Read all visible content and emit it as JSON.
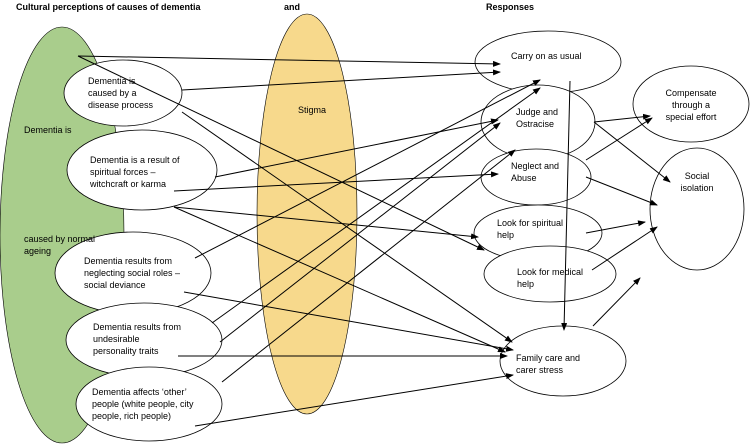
{
  "headers": {
    "left": "Cultural perceptions of causes of dementia",
    "middle": "and",
    "right": "Responses"
  },
  "green_group": {
    "color": "#a9cd8c",
    "top_text": "Dementia is",
    "bottom_text": "caused by normal\nageing"
  },
  "stigma": {
    "label": "Stigma",
    "color": "#f7d98c"
  },
  "causes": [
    {
      "id": "disease",
      "text": "Dementia is\ncaused by a\ndisease process"
    },
    {
      "id": "spiritual",
      "text": "Dementia is a result of\nspiritual forces –\nwitchcraft or karma"
    },
    {
      "id": "social",
      "text": "Dementia results from\nneglecting social roles –\nsocial deviance"
    },
    {
      "id": "personality",
      "text": "Dementia results from\nundesirable\npersonality traits"
    },
    {
      "id": "other",
      "text": "Dementia affects ‘other’\npeople (white people, city\npeople, rich people)"
    }
  ],
  "responses": [
    {
      "id": "carry_on",
      "text": "Carry on as usual"
    },
    {
      "id": "judge",
      "text": "Judge and\nOstracise"
    },
    {
      "id": "neglect",
      "text": "Neglect and\nAbuse"
    },
    {
      "id": "spiritual_help",
      "text": "Look for spiritual\nhelp"
    },
    {
      "id": "medical_help",
      "text": "Look for medical\nhelp"
    },
    {
      "id": "family",
      "text": "Family care and\ncarer stress"
    },
    {
      "id": "compensate",
      "text": "Compensate\nthrough a\nspecial effort"
    },
    {
      "id": "isolation",
      "text": "Social\nisolation"
    }
  ]
}
